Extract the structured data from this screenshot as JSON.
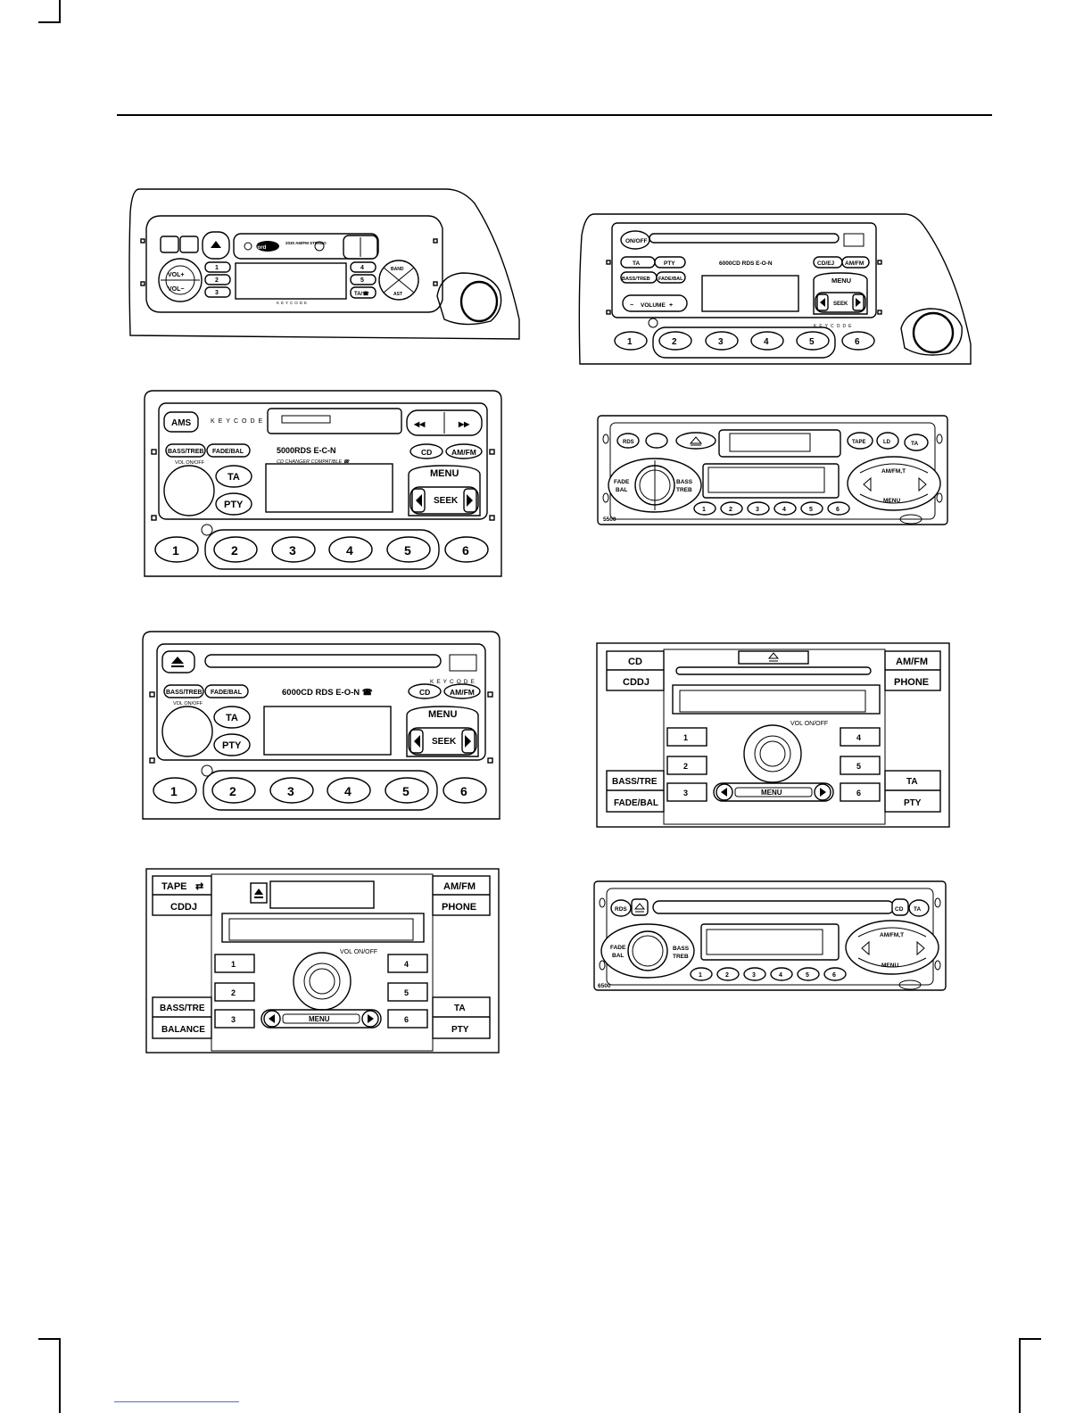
{
  "panel_2030": {
    "logo": "Ford",
    "model": "2030 AM/FM STEREO",
    "vol_plus": "VOL+",
    "vol_minus": "VOL−",
    "presets_left": [
      "1",
      "2",
      "3"
    ],
    "presets_right": [
      "4",
      "5"
    ],
    "ta": "TA/☎",
    "band": "BAND",
    "ast": "AST",
    "keycode": "KEYCODE"
  },
  "panel_6000cd_small": {
    "on_off": "ON/OFF",
    "ta": "TA",
    "pty": "PTY",
    "model": "6000CD RDS E-O-N",
    "cd_ej": "CD/EJ",
    "am_fm": "AM/FM",
    "bass_treb": "BASS/TREB",
    "fade_bal": "FADE/BAL",
    "menu": "MENU",
    "seek": "SEEK",
    "volume_minus": "−",
    "volume": "VOLUME",
    "volume_plus": "+",
    "keycode": "KEYCODE",
    "presets": [
      "1",
      "2",
      "3",
      "4",
      "5",
      "6"
    ]
  },
  "panel_5000rds": {
    "ams": "AMS",
    "keycode": "KEYCODE",
    "bass_treb": "BASS/TREB",
    "fade_bal": "FADE/BAL",
    "vol": "VOL ON/OFF",
    "model": "5000RDS  E-C-N",
    "changer": "CD CHANGER COMPATIBLE ☎",
    "cd": "CD",
    "am_fm": "AM/FM",
    "ta": "TA",
    "pty": "PTY",
    "menu": "MENU",
    "seek": "SEEK",
    "presets": [
      "1",
      "2",
      "3",
      "4",
      "5",
      "6"
    ]
  },
  "panel_5500": {
    "rds": "RDS",
    "tape": "TAPE",
    "ld": "LD",
    "ta": "TA",
    "fade": "FADE",
    "bal": "BAL",
    "bass": "BASS",
    "treb": "TREB",
    "am_fm_t": "AM/FM,T",
    "menu": "MENU",
    "presets": [
      "1",
      "2",
      "3",
      "4",
      "5",
      "6"
    ],
    "model": "5500"
  },
  "panel_6000cd": {
    "eject": "▲",
    "keycode": "KEYCODE",
    "bass_treb": "BASS/TREB",
    "fade_bal": "FADE/BAL",
    "vol": "VOL ON/OFF",
    "model": "6000CD  RDS  E-O-N ☎",
    "cd": "CD",
    "am_fm": "AM/FM",
    "ta": "TA",
    "pty": "PTY",
    "menu": "MENU",
    "seek": "SEEK",
    "presets": [
      "1",
      "2",
      "3",
      "4",
      "5",
      "6"
    ]
  },
  "panel_cd_silver": {
    "cd": "CD",
    "cddj": "CDDJ",
    "am_fm": "AM/FM",
    "phone": "PHONE",
    "bass_tre": "BASS/TRE",
    "fade_bal": "FADE/BAL",
    "ta": "TA",
    "pty": "PTY",
    "vol": "VOL ON/OFF",
    "menu": "MENU",
    "presets_left": [
      "1",
      "2",
      "3"
    ],
    "presets_right": [
      "4",
      "5",
      "6"
    ]
  },
  "panel_tape_silver": {
    "tape": "TAPE",
    "cddj": "CDDJ",
    "am_fm": "AM/FM",
    "phone": "PHONE",
    "bass_tre": "BASS/TRE",
    "balance": "BALANCE",
    "ta": "TA",
    "pty": "PTY",
    "vol": "VOL ON/OFF",
    "menu": "MENU",
    "presets_left": [
      "1",
      "2",
      "3"
    ],
    "presets_right": [
      "4",
      "5",
      "6"
    ]
  },
  "panel_6500": {
    "rds": "RDS",
    "cd": "CD",
    "ta": "TA",
    "fade": "FADE",
    "bal": "BAL",
    "bass": "BASS",
    "treb": "TREB",
    "am_fm_t": "AM/FM,T",
    "menu": "MENU",
    "presets": [
      "1",
      "2",
      "3",
      "4",
      "5",
      "6"
    ],
    "model": "6500"
  }
}
